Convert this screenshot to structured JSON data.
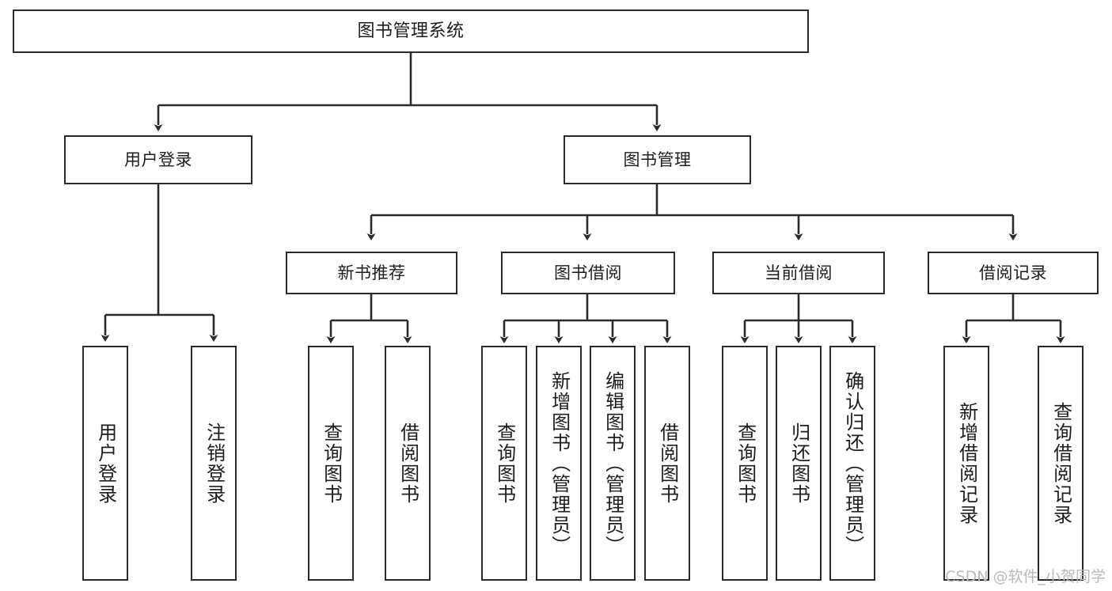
{
  "diagram": {
    "title": "图书管理系统",
    "type": "tree-hierarchy",
    "stroke_color": "#2b2b2b",
    "fill_color": "#ffffff",
    "text_color": "#1d1d1d"
  },
  "watermark": {
    "text": "CSDN @软件_小贺同学",
    "color": "#b9b9b9"
  },
  "nodes": {
    "root": {
      "label": "图书管理系统"
    },
    "level2": [
      {
        "label": "用户登录"
      },
      {
        "label": "图书管理"
      }
    ],
    "level3": [
      {
        "label": "新书推荐"
      },
      {
        "label": "图书借阅"
      },
      {
        "label": "当前借阅"
      },
      {
        "label": "借阅记录"
      }
    ],
    "leaves": {
      "user_login": [
        {
          "label": "用户登录"
        },
        {
          "label": "注销登录"
        }
      ],
      "new_book": [
        {
          "label": "查询图书"
        },
        {
          "label": "借阅图书"
        }
      ],
      "book_borrow": [
        {
          "label": "查询图书"
        },
        {
          "label": "新增图书（管理员）"
        },
        {
          "label": "编辑图书（管理员）"
        },
        {
          "label": "借阅图书"
        }
      ],
      "current_borrow": [
        {
          "label": "查询图书"
        },
        {
          "label": "归还图书"
        },
        {
          "label": "确认归还（管理员）"
        }
      ],
      "borrow_record": [
        {
          "label": "新增借阅记录"
        },
        {
          "label": "查询借阅记录"
        }
      ]
    }
  }
}
